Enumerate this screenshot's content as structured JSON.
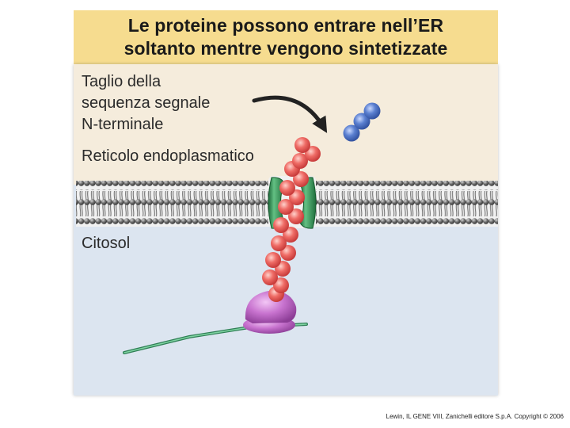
{
  "title": {
    "line1": "Le proteine possono entrare nell’ER",
    "line2": "soltanto mentre vengono sintetizzate"
  },
  "labels": {
    "cleavage_line1": "Taglio della",
    "cleavage_line2": "sequenza segnale",
    "cleavage_line3": "N-terminale",
    "er_lumen": "Reticolo endoplasmatico",
    "cytosol": "Citosol"
  },
  "credit": "Lewin, IL GENE VIII, Zanichelli editore S.p.A. Copyright © 2006",
  "colors": {
    "title_bg": "#f6dc8f",
    "lumen_bg": "#f5ecdc",
    "cytosol_bg": "#dce5f0",
    "signal_sequence": "#3f64b5",
    "polypeptide": "#e0504e",
    "channel": "#3c9a5a",
    "ribosome": "#c070c8",
    "mrna": "#4cad78"
  }
}
